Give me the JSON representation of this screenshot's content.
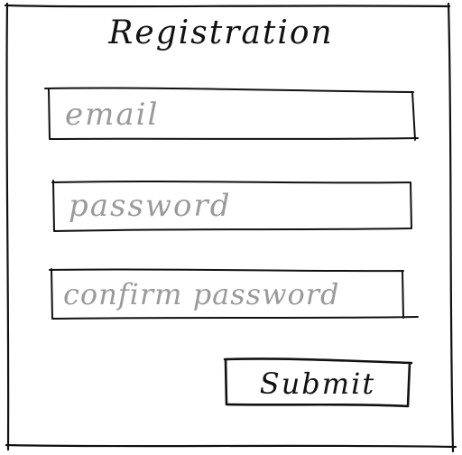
{
  "form": {
    "title": "Registration",
    "email": {
      "placeholder": "email",
      "value": ""
    },
    "password": {
      "placeholder": "password",
      "value": ""
    },
    "confirm_password": {
      "placeholder": "confirm password",
      "value": ""
    },
    "submit_label": "Submit"
  },
  "colors": {
    "ink": "#111111",
    "placeholder": "#9a9a9a",
    "background": "#ffffff"
  }
}
